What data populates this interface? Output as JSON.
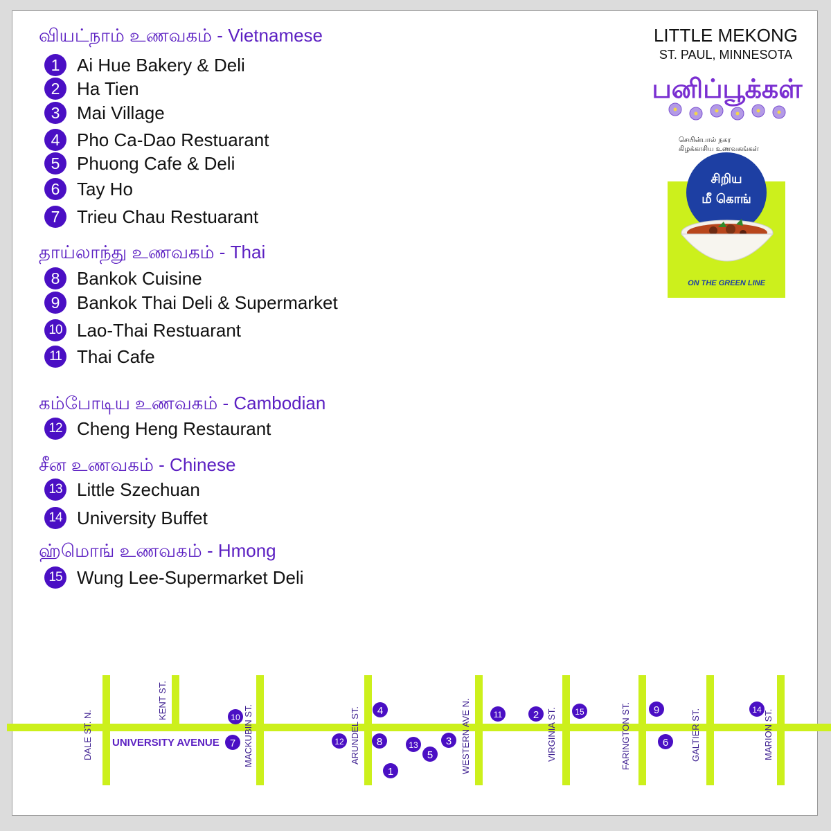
{
  "header": {
    "title": "LITTLE MEKONG",
    "subtitle": "ST. PAUL, MINNESOTA",
    "logo_text": "பனிப்பூக்கள்",
    "caption_line1": "செயின்பால் நகர",
    "caption_line2": "கிழக்காசிய உணவகங்கள்",
    "badge_line1": "சிறிய",
    "badge_line2": "மீ கொங்",
    "badge_footer": "ON THE GREEN LINE"
  },
  "sections": [
    {
      "title": "வியட்நாம் உணவகம் - Vietnamese",
      "items": [
        {
          "num": "1",
          "name": "Ai Hue Bakery & Deli"
        },
        {
          "num": "2",
          "name": "Ha Tien"
        },
        {
          "num": "3",
          "name": "Mai Village"
        },
        {
          "num": "4",
          "name": "Pho Ca-Dao Restuarant"
        },
        {
          "num": "5",
          "name": "Phuong Cafe & Deli"
        },
        {
          "num": "6",
          "name": "Tay Ho"
        },
        {
          "num": "7",
          "name": "Trieu Chau Restuarant"
        }
      ]
    },
    {
      "title": "தாய்லாந்து உணவகம் - Thai",
      "items": [
        {
          "num": "8",
          "name": "Bankok Cuisine"
        },
        {
          "num": "9",
          "name": "Bankok Thai Deli & Supermarket"
        },
        {
          "num": "10",
          "name": "Lao-Thai Restuarant"
        },
        {
          "num": "11",
          "name": "Thai Cafe"
        }
      ]
    },
    {
      "title": "கம்போடிய உணவகம் - Cambodian",
      "items": [
        {
          "num": "12",
          "name": "Cheng Heng Restaurant"
        }
      ]
    },
    {
      "title": "சீன உணவகம் - Chinese",
      "items": [
        {
          "num": "13",
          "name": "Little Szechuan"
        },
        {
          "num": "14",
          "name": "University Buffet"
        }
      ]
    },
    {
      "title": "ஹ்மொங் உணவகம் - Hmong",
      "items": [
        {
          "num": "15",
          "name": "Wung Lee-Supermarket Deli"
        }
      ]
    }
  ],
  "map": {
    "avenue": "UNIVERSITY AVENUE",
    "streets": [
      "DALE ST. N.",
      "KENT ST.",
      "MACKUBIN ST.",
      "ARUNDEL ST.",
      "WESTERN AVE N.",
      "VIRGINIA ST.",
      "FARINGTON ST.",
      "GALTIER ST.",
      "MARION ST."
    ],
    "markers": [
      "1",
      "2",
      "3",
      "4",
      "5",
      "6",
      "7",
      "8",
      "9",
      "10",
      "11",
      "12",
      "13",
      "14",
      "15"
    ]
  },
  "colors": {
    "accent": "#5b1fc2",
    "marker": "#4a0fc4",
    "road": "#ccf01c",
    "badge_blue": "#1d3fa3"
  }
}
